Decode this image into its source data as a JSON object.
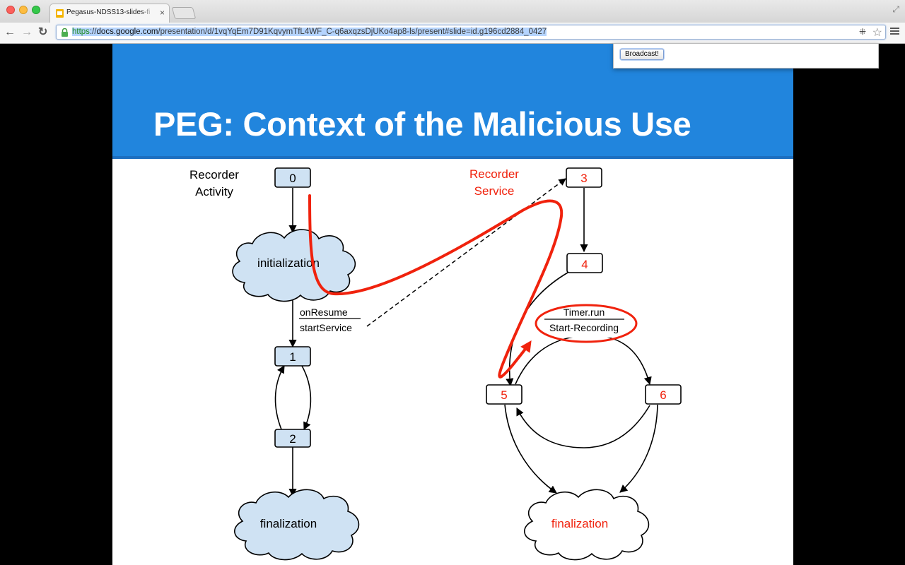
{
  "browser": {
    "tab_title": "Pegasus-NDSS13-slides-fi",
    "tab_close": "×",
    "url_scheme": "https",
    "url_sep": "://",
    "url_host": "docs.google.com",
    "url_path": "/presentation/d/1vqYqEm7D91KqvymTfL4WF_C-q6axqzsDjUKo4ap8-ls/present#slide=id.g196cd2884_0427",
    "back_icon": "←",
    "forward_icon": "→",
    "reload_icon": "↻",
    "star_icon": "☆",
    "extension_icon": "⁜"
  },
  "popup": {
    "button_label": "Broadcast!"
  },
  "slide": {
    "title": "PEG: Context of the Malicious Use",
    "diagram": {
      "left_heading_line1": "Recorder",
      "left_heading_line2": "Activity",
      "right_heading_line1": "Recorder",
      "right_heading_line2": "Service",
      "node_0": "0",
      "node_1": "1",
      "node_2": "2",
      "node_3": "3",
      "node_4": "4",
      "node_5": "5",
      "node_6": "6",
      "cloud_initialization": "initialization",
      "cloud_finalization_left": "finalization",
      "cloud_finalization_right": "finalization",
      "edge_label_top": "onResume",
      "edge_label_bottom": "startService",
      "timer_label_top": "Timer.run",
      "timer_label_bottom": "Start-Recording"
    },
    "colors": {
      "header_blue": "#2185dd",
      "node_fill_blue": "#cfe2f3",
      "highlight_red": "#f0220d"
    }
  }
}
